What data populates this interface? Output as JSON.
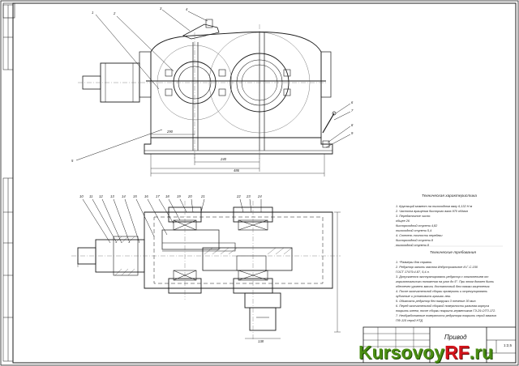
{
  "callouts_front": [
    "1",
    "2",
    "3",
    "4",
    "5",
    "6",
    "7",
    "8",
    "9"
  ],
  "callouts_plan_top": [
    "10",
    "11",
    "12",
    "13",
    "14",
    "15",
    "16",
    "17",
    "18",
    "19",
    "20",
    "21",
    "22",
    "23",
    "24"
  ],
  "dimensions": {
    "d1": "290",
    "d2": "240",
    "d3": "486",
    "d4": "138"
  },
  "technical_characteristics": {
    "title": "Техническая характеристика",
    "lines": [
      "1. Крутящий момент на тихоходном валу   6,132 Н·м",
      "2. Частота вращения быстрого вала   970 об/мин",
      "3. Передаточное число:",
      "   общее   26",
      "   быстроходной ступени   4,82",
      "   тихоходной ступени   5,4",
      "4. Степень точности передачи",
      "   быстроходной ступени   8",
      "   тихоходной ступени   8"
    ]
  },
  "technical_requirements": {
    "title": "Технические требования",
    "lines": [
      "1. *Размеры для справок.",
      "2. Редуктор залить маслом Индустриальное И-Г-С-150",
      "   ГОСТ 17479.4-87, 5,4 л.",
      "3. Допускается эксплуатировать редуктор с отклонением от",
      "   горизонтального положения на угол до 5°. При этом должен быть",
      "   обеспечен уровень масла, достаточный для смазки зацепления.",
      "4. После окончательной сборки проверить и отрегулировать",
      "   зубчатые и установить крышки люк.",
      "5. Обкатать редуктор без нагрузки 3 течение 30 мин.",
      "6. Перед окончательной сборкой поверхности разъема корпуса",
      "   покрыть клеем, после сборки покрыть герметиком ГЭ-29-ОТП-172.",
      "7. Необработанные поверхности редуктора покрыть серой эмалью",
      "   ПФ-115 серой НТД"
    ]
  },
  "title_block": {
    "title": "Привод",
    "scale": "1:2,5"
  },
  "watermark": {
    "part1": "Kursovoy",
    "part2": "RF",
    "part3": ".ru"
  },
  "colors": {
    "line": "#1b1b1b",
    "center_line": "#6a6a6a",
    "accent": "#2b2bb3",
    "wm_green": "#4a8d12",
    "wm_red": "#d3131b"
  }
}
